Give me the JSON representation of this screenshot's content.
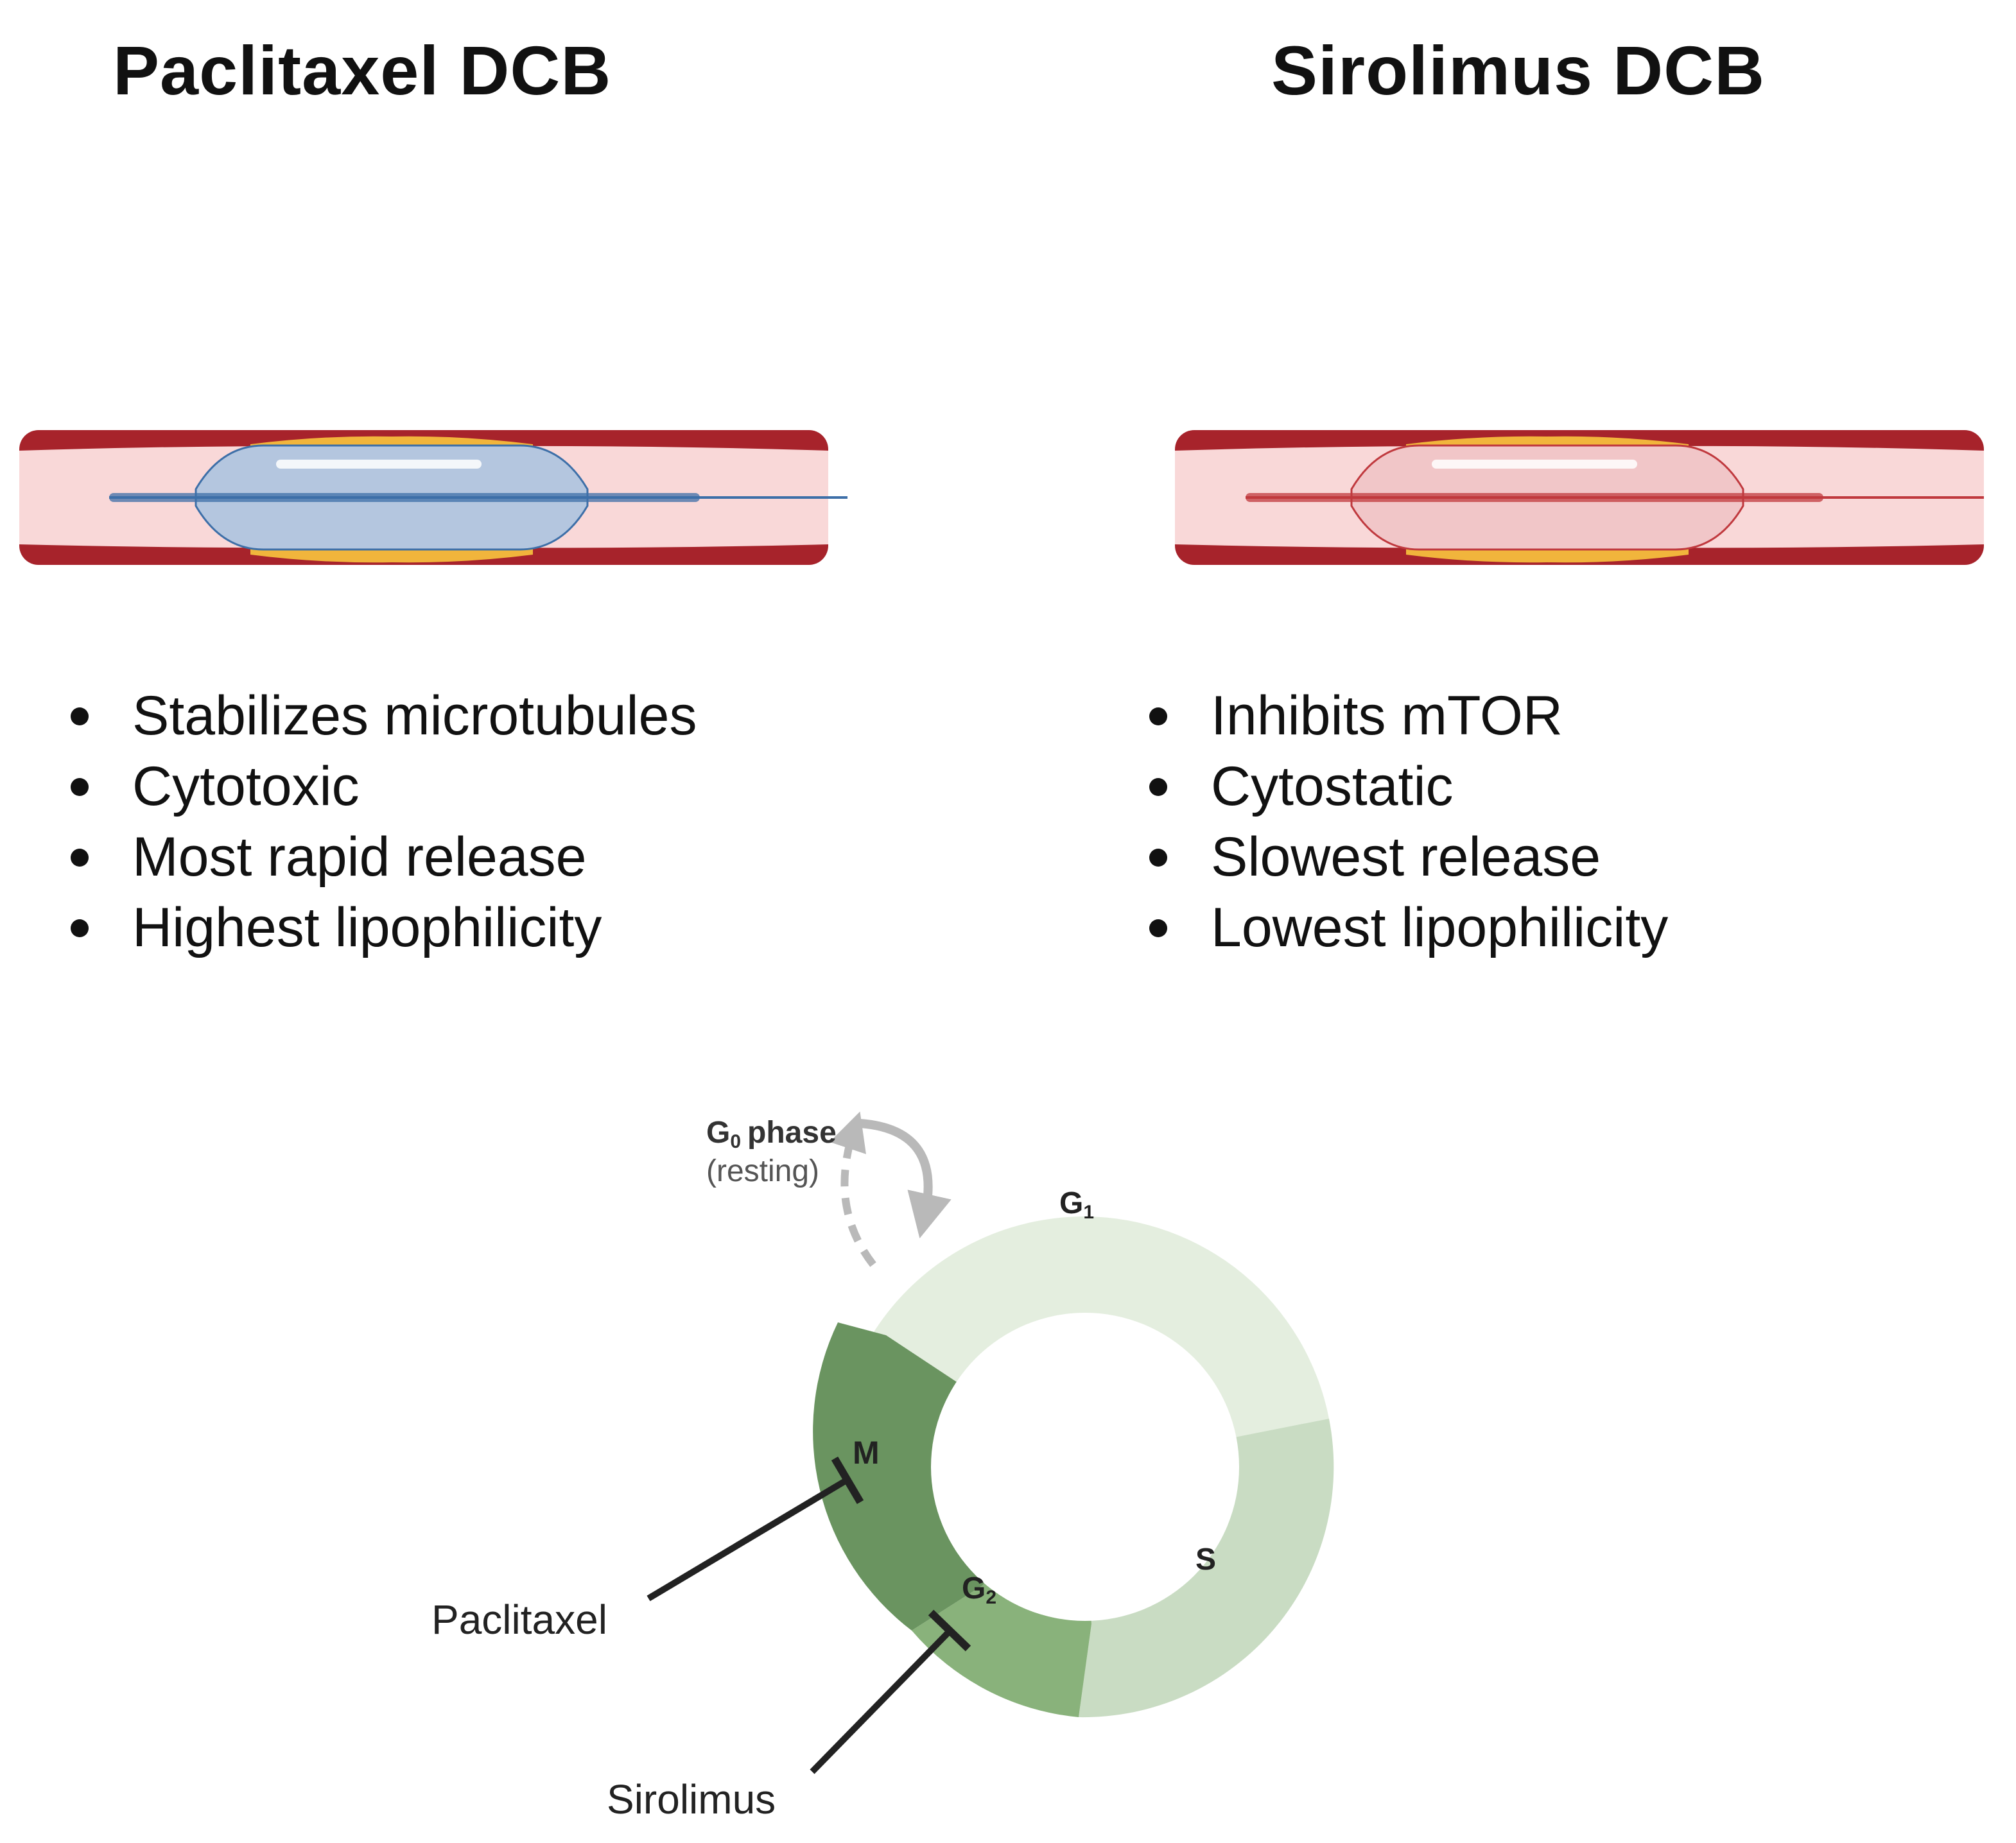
{
  "panels": {
    "left": {
      "title": "Paclitaxel DCB",
      "bullets": [
        "Stabilizes microtubules",
        "Cytotoxic",
        "Most rapid release",
        "Highest lipophilicity"
      ],
      "balloon_color": "#b4c6df",
      "catheter_color": "#3d6fa8"
    },
    "right": {
      "title": "Sirolimus DCB",
      "bullets": [
        "Inhibits mTOR",
        "Cytostatic",
        "Slowest  release",
        "Lowest lipophilicity"
      ],
      "balloon_color": "#f1c6c8",
      "catheter_color": "#c0393e"
    }
  },
  "vessel_colors": {
    "wall": "#a7232b",
    "lumen": "#f9d8d8",
    "plaque": "#f1b53c"
  },
  "cell_cycle": {
    "g0": {
      "main": "G",
      "sub": "0",
      "word": "phase",
      "note": "(resting)"
    },
    "phases": {
      "g1": {
        "main": "G",
        "sub": "1",
        "color": "#e4eedf"
      },
      "s": {
        "main": "S",
        "sub": "",
        "color": "#c9dcc3"
      },
      "g2": {
        "main": "G",
        "sub": "2",
        "color": "#89b27b"
      },
      "m": {
        "main": "M",
        "sub": "",
        "color": "#6a9460"
      }
    },
    "drugs": {
      "paclitaxel": "Paclitaxel",
      "sirolimus": "Sirolimus"
    }
  }
}
